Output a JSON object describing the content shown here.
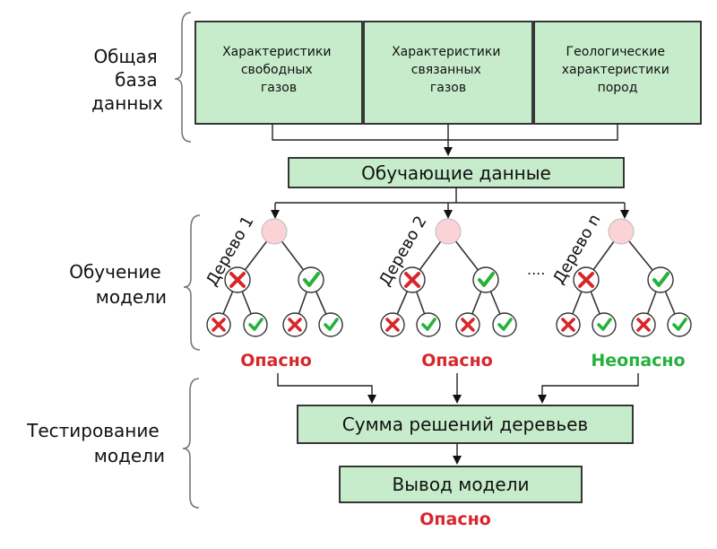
{
  "side_labels": {
    "database": [
      "Общая",
      "база",
      "данных"
    ],
    "training": [
      "Обучение",
      "модели"
    ],
    "testing": [
      "Тестирование",
      "модели"
    ]
  },
  "sources": [
    [
      "Характеристики",
      "свободных",
      "газов"
    ],
    [
      "Характеристики",
      "связанных",
      "газов"
    ],
    [
      "Геологические",
      "характеристики",
      "пород"
    ]
  ],
  "training_data": "Обучающие данные",
  "trees": [
    {
      "label": "Дерево 1",
      "verdict": "Опасно",
      "verdict_type": "danger"
    },
    {
      "label": "Дерево 2",
      "verdict": "Опасно",
      "verdict_type": "danger"
    },
    {
      "label": "Дерево n",
      "verdict": "Неопасно",
      "verdict_type": "safe"
    }
  ],
  "ellipsis": "....",
  "sum": "Сумма решений деревьев",
  "output": "Вывод модели",
  "final_verdict": "Опасно",
  "colors": {
    "box_fill": "#c6eccb",
    "danger": "#d8262b",
    "safe": "#25b13c",
    "root_node": "#fbd3d6"
  }
}
